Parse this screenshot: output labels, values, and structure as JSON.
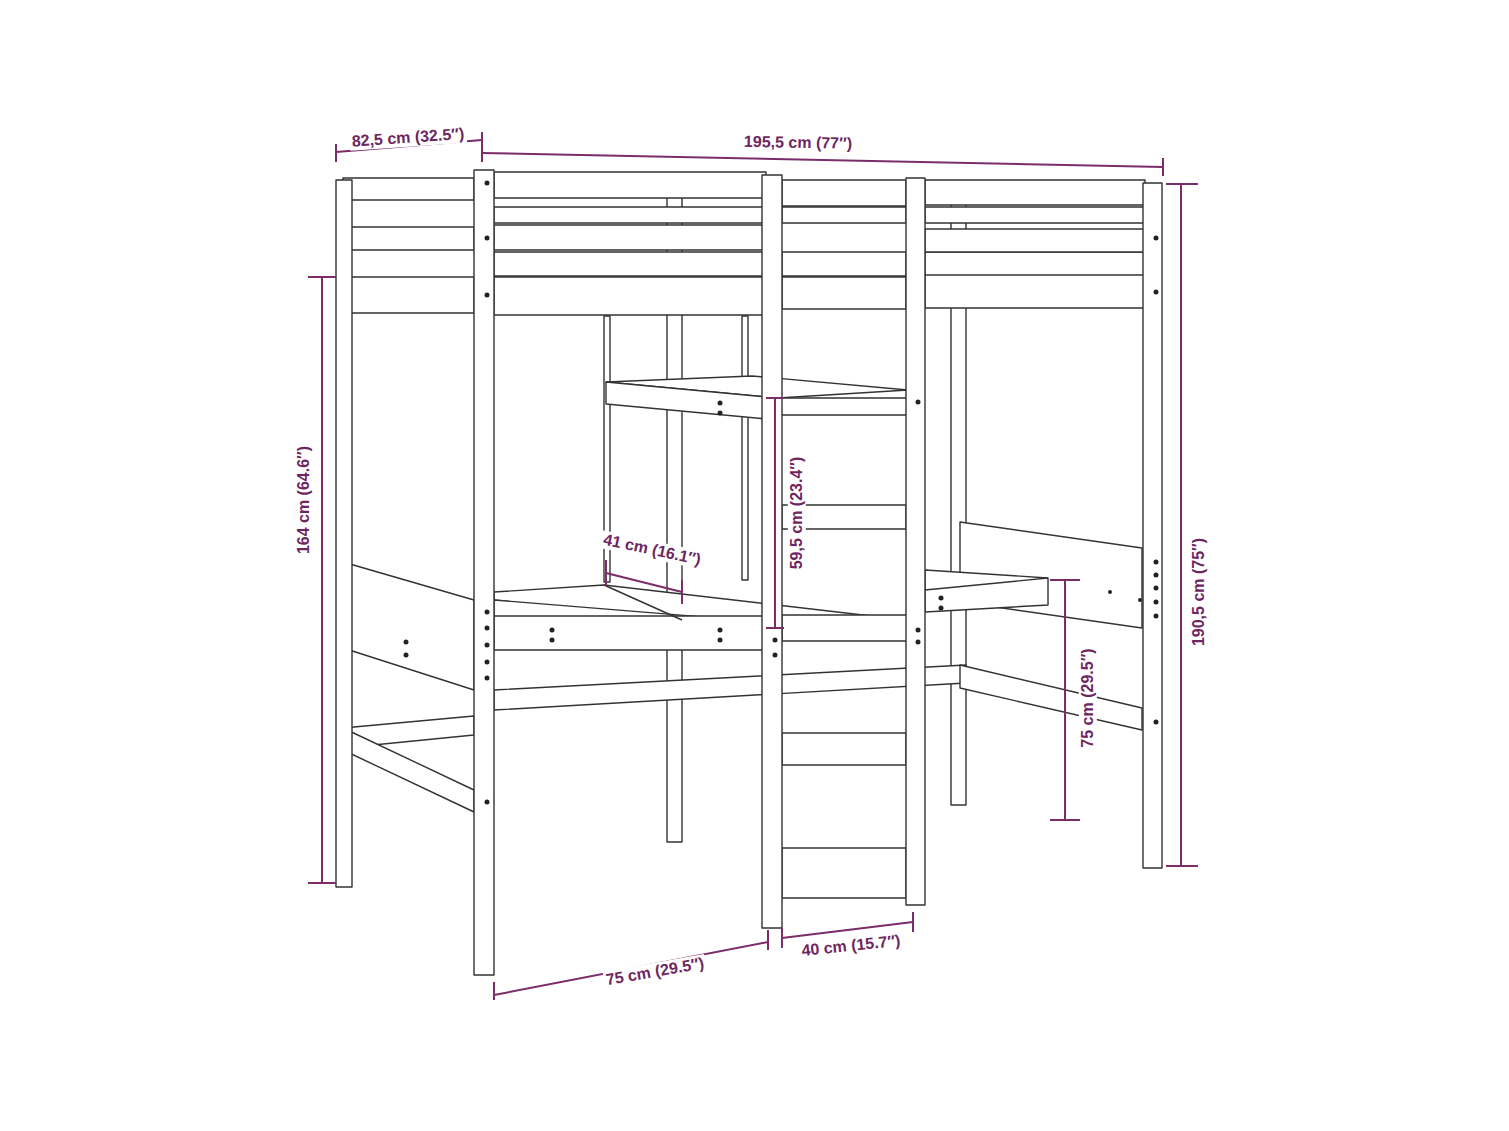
{
  "diagram": {
    "labels": [
      "82,5 cm (32.5″)",
      "195,5 cm (77″)",
      "164 cm (64.6″)",
      "190,5 cm (75″)",
      "59,5 cm (23.4″)",
      "41 cm (16.1″)",
      "75 cm (29.5″)",
      "75 cm (29.5″)",
      "40 cm (15.7″)"
    ]
  }
}
